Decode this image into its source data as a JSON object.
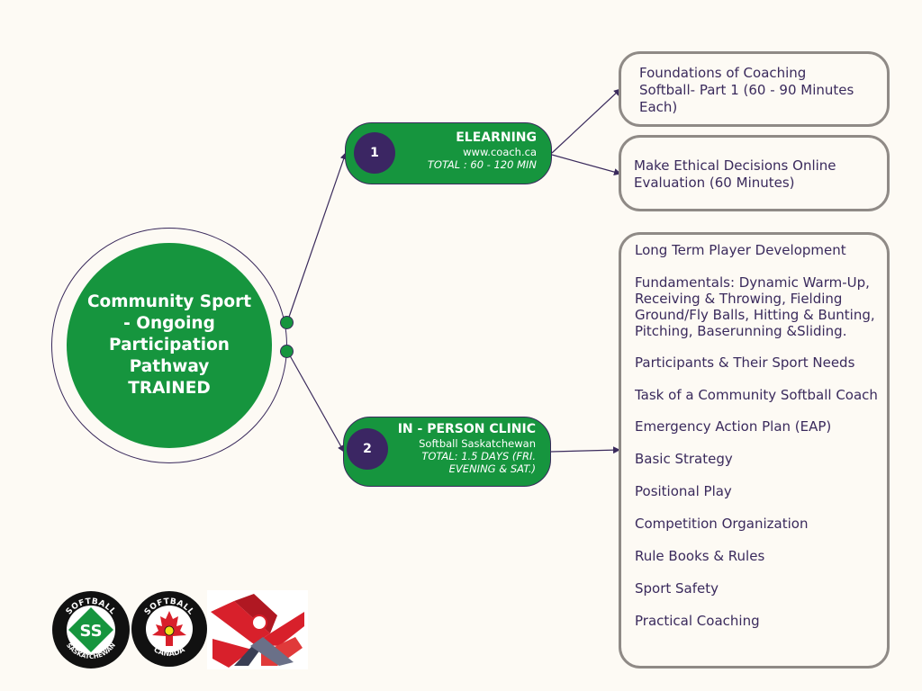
{
  "center": {
    "lines": [
      "Community Sport",
      "- Ongoing",
      "Participation",
      "Pathway",
      "TRAINED"
    ]
  },
  "nodes": [
    {
      "number": "1",
      "title": "ELEARNING",
      "subtitle": "www.coach.ca",
      "note": "TOTAL : 60 - 120 MIN"
    },
    {
      "number": "2",
      "title": "IN - PERSON CLINIC",
      "subtitle": "Softball Saskatchewan",
      "note_lines": [
        "TOTAL: 1.5 DAYS (FRI.",
        "EVENING & SAT.)"
      ]
    }
  ],
  "elearning_modules": [
    "Foundations of Coaching Softball- Part 1  (60 - 90 Minutes Each)",
    "Make Ethical Decisions Online Evaluation (60 Minutes)"
  ],
  "clinic_topics": [
    "Long Term Player Development",
    "Fundamentals: Dynamic Warm-Up, Receiving & Throwing, Fielding Ground/Fly Balls, Hitting & Bunting, Pitching, Baserunning &Sliding.",
    "Participants & Their Sport Needs",
    "Task of a Community Softball Coach",
    "Emergency Action Plan (EAP)",
    "Basic Strategy",
    "Positional Play",
    "Competition Organization",
    "Rule Books & Rules",
    "Sport Safety",
    "Practical Coaching"
  ],
  "logos": {
    "softball_sask": {
      "top": "SOFTBALL",
      "bottom": "SASKATCHEWAN",
      "mark": "SS"
    },
    "softball_canada": {
      "top": "SOFTBALL",
      "bottom": "CANADA"
    }
  },
  "colors": {
    "green": "#16953e",
    "purple": "#3a2a5c",
    "badge": "#3b2663",
    "box_border": "#8f8a86",
    "background": "#fdfaf4",
    "red": "#d8202b"
  }
}
